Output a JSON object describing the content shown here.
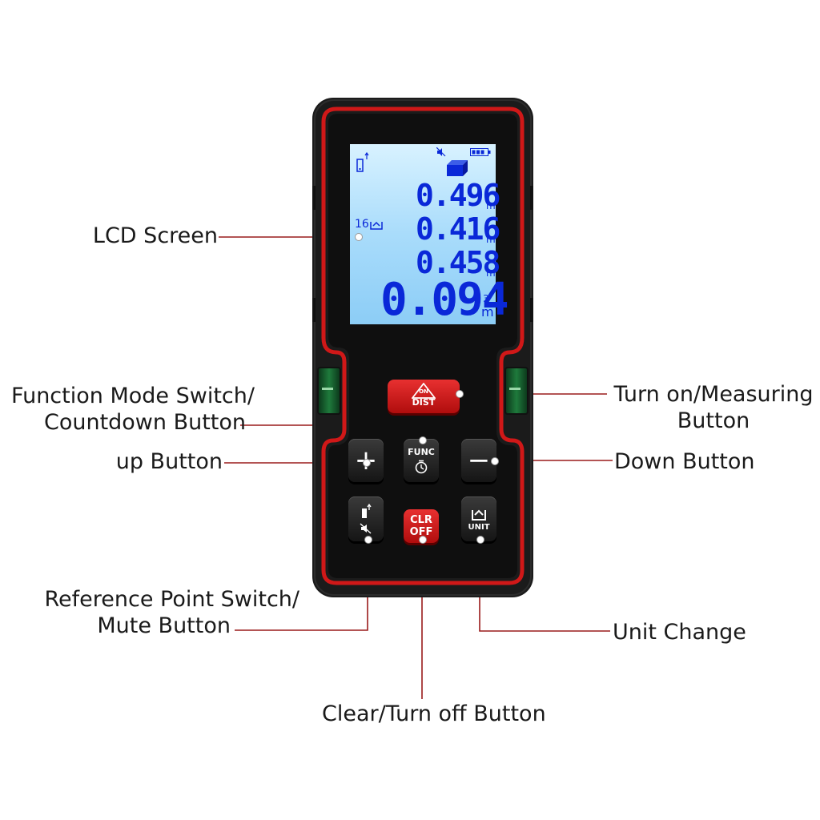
{
  "labels": {
    "lcd_screen": "LCD Screen",
    "function_mode_line1": "Function Mode Switch/",
    "function_mode_line2": "Countdown Button",
    "up_button": "up Button",
    "reference_line1": "Reference Point Switch/",
    "reference_line2": "Mute Button",
    "clear_off": "Clear/Turn off Button",
    "turn_on_line1": "Turn on/Measuring",
    "turn_on_line2": "Button",
    "down_button": "Down Button",
    "unit_change": "Unit Change"
  },
  "lcd": {
    "reading_1": "0.496",
    "reading_2": "0.416",
    "reading_3": "0.458",
    "main_reading": "0.094",
    "unit_m": "m",
    "main_unit_superscript": "3",
    "counter": "16"
  },
  "keys": {
    "on_label": "ON",
    "dist_label": "DIST",
    "func_label": "FUNC",
    "plus_symbol": "+",
    "minus_symbol": "−",
    "clr_label": "CLR",
    "off_label": "OFF",
    "unit_label": "UNIT"
  },
  "icons": {
    "timer": "timer-icon",
    "reference_point": "reference-point-icon",
    "mute": "mute-icon",
    "battery": "battery-icon",
    "volume_cube": "volume-cube-icon",
    "warning_triangle": "warning-triangle-icon"
  },
  "colors": {
    "body_red": "#d01818",
    "body_black": "#1b1b1b",
    "lcd_blue": "#0a28d8",
    "leader_line": "#9a1b1b"
  }
}
